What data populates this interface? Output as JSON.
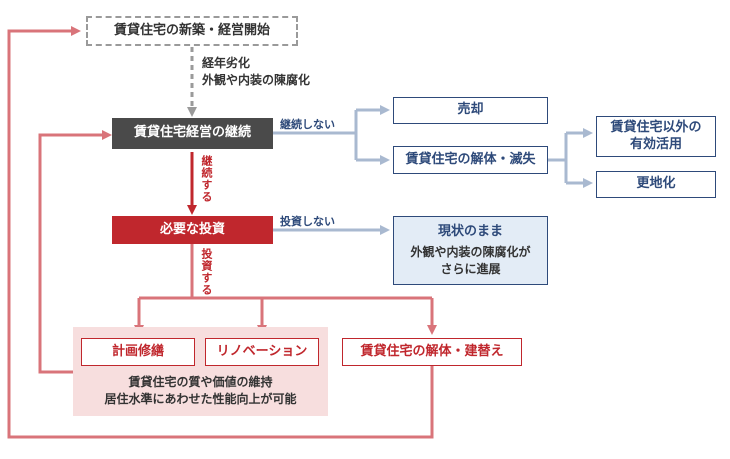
{
  "nodes": {
    "start": "賃貸住宅の新築・経営開始",
    "continue_mgmt": "賃貸住宅経営の継続",
    "investment": "必要な投資",
    "sale": "売却",
    "demolition": "賃貸住宅の解体・滅失",
    "other_use": [
      "賃貸住宅以外の",
      "有効活用"
    ],
    "vacant_land": "更地化",
    "status_quo": "現状のまま",
    "status_quo_note": [
      "外観や内装の陳腐化が",
      "さらに進展"
    ],
    "planned_repair": "計画修繕",
    "renovation": "リノベーション",
    "rebuild": "賃貸住宅の解体・建替え"
  },
  "notes": {
    "aging": [
      "経年劣化",
      "外観や内装の陳腐化"
    ],
    "benefit": [
      "賃貸住宅の質や価値の維持",
      "居住水準にあわせた性能向上が可能"
    ]
  },
  "edge_labels": {
    "not_continue": "継続しない",
    "continue": "継続する",
    "not_invest": "投資しない",
    "invest": "投資する"
  },
  "colors": {
    "red": "#c0272d",
    "loop_red": "#d9747a",
    "navy": "#2e4a7a",
    "blue_arrow": "#a9b9d0",
    "gray": "#9a9a9a",
    "pink": "#f7dede"
  }
}
